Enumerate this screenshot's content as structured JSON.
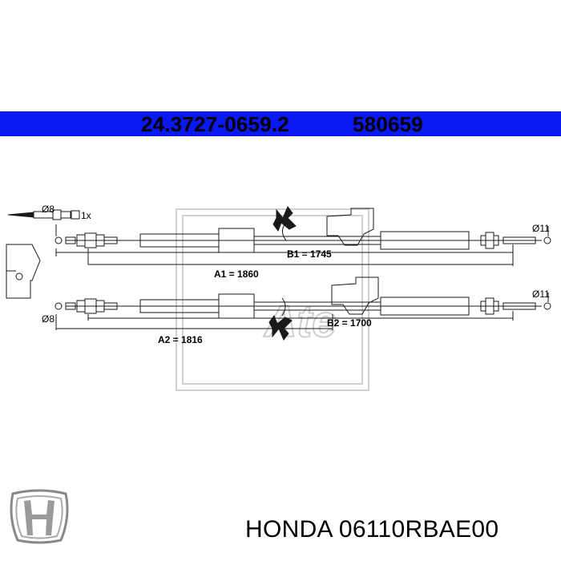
{
  "header": {
    "part_number": "24.3727-0659.2",
    "alt_number": "580659"
  },
  "diagram": {
    "kit_qty": "1x",
    "cable1": {
      "left_diameter": "Ø8",
      "right_diameter": "Ø11",
      "length_a": "A1 = 1860",
      "length_b": "B1 = 1745"
    },
    "cable2": {
      "left_diameter": "Ø8",
      "right_diameter": "Ø11",
      "length_a": "A2 = 1816",
      "length_b": "B2 = 1700"
    },
    "watermark": "Ate"
  },
  "footer": {
    "brand": "HONDA",
    "part_code": "06110RBAE00"
  },
  "colors": {
    "banner": "#0a18f2",
    "line": "#1a1a1a",
    "watermark": "#cfcfcf"
  }
}
